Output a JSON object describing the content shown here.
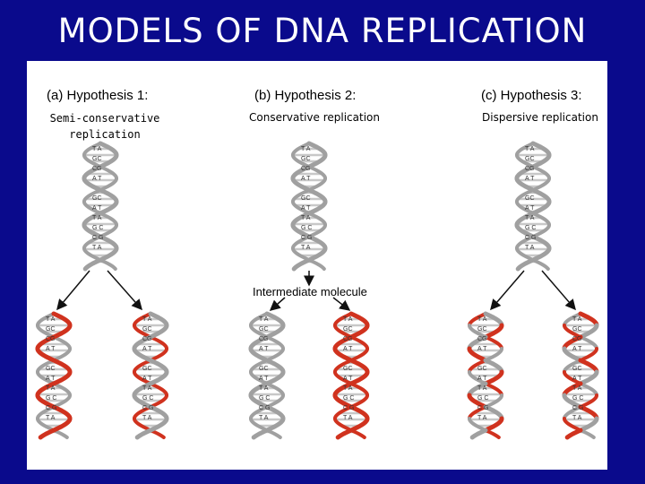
{
  "slide": {
    "title": "MODELS OF DNA REPLICATION",
    "background_color": "#0a0a8c",
    "parental_strand_color": "#a0a0a0",
    "new_strand_color": "#d0321e"
  },
  "hypotheses": [
    {
      "heading": "(a) Hypothesis 1:",
      "subtitle": "Semi-conservative replication"
    },
    {
      "heading": "(b) Hypothesis 2:",
      "subtitle": "Conservative replication"
    },
    {
      "heading": "(c) Hypothesis 3:",
      "subtitle": "Dispersive replication"
    }
  ],
  "intermediate_label": "Intermediate molecule"
}
